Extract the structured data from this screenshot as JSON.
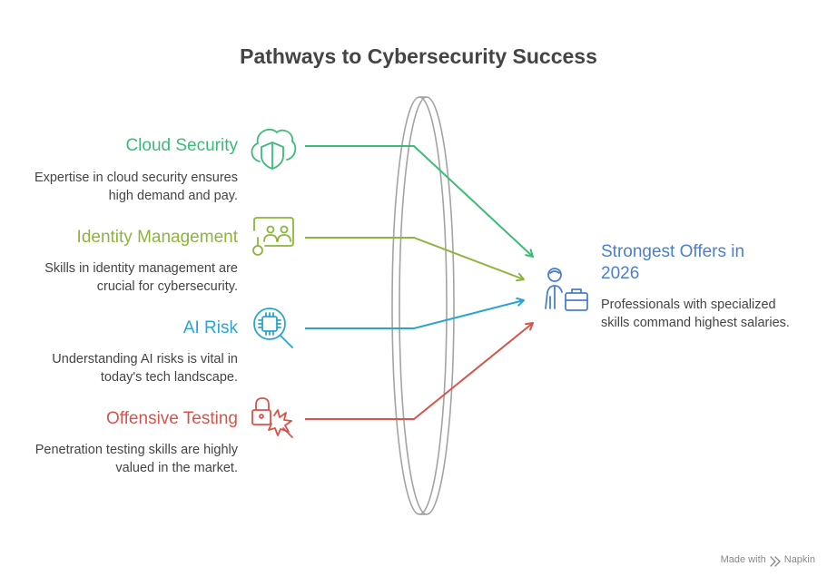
{
  "title": "Pathways to Cybersecurity Success",
  "items": [
    {
      "title": "Cloud Security",
      "description": "Expertise in cloud security ensures high demand and pay.",
      "color": "#3dbb78",
      "icon": "cloud-shield-icon"
    },
    {
      "title": "Identity Management",
      "description": "Skills in identity management are crucial for cybersecurity.",
      "color": "#8db53b",
      "icon": "id-card-icon"
    },
    {
      "title": "AI Risk",
      "description": "Understanding AI risks is vital in today's tech landscape.",
      "color": "#2aa5cf",
      "icon": "chip-search-icon"
    },
    {
      "title": "Offensive Testing",
      "description": "Penetration testing skills are highly valued in the market.",
      "color": "#d9534a",
      "icon": "lock-break-icon"
    }
  ],
  "target": {
    "title": "Strongest Offers in 2026",
    "description": "Professionals with specialized skills command highest salaries.",
    "color": "#4a7fd0",
    "icon": "professional-briefcase-icon"
  },
  "lens_color": "#a3a3a3",
  "footer": {
    "made_with": "Made with",
    "brand": "Napkin"
  }
}
